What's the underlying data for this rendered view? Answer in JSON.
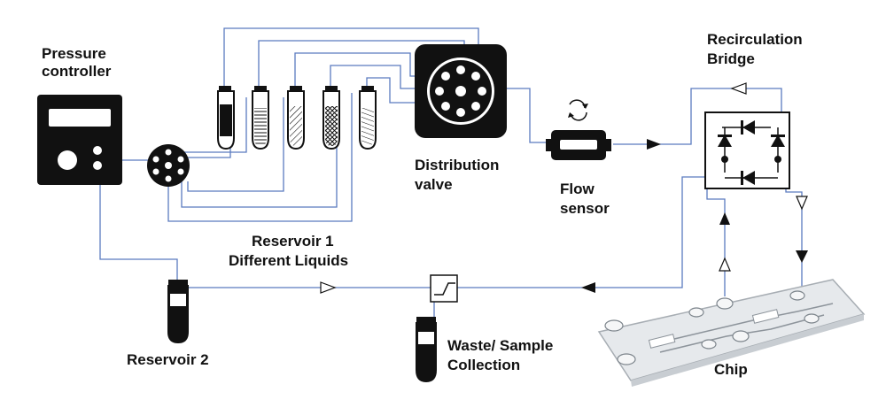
{
  "labels": {
    "pressure_controller": [
      "Pressure",
      "controller"
    ],
    "recirculation_bridge": [
      "Recirculation",
      "Bridge"
    ],
    "distribution_valve": [
      "Distribution",
      "valve"
    ],
    "flow_sensor": [
      "Flow",
      "sensor"
    ],
    "reservoir1": [
      "Reservoir 1",
      "Different Liquids"
    ],
    "reservoir2": "Reservoir 2",
    "waste": [
      "Waste/ Sample",
      "Collection"
    ],
    "chip": "Chip"
  },
  "colors": {
    "tubing": "#5b7bbf",
    "device": "#111111",
    "background": "#ffffff"
  }
}
